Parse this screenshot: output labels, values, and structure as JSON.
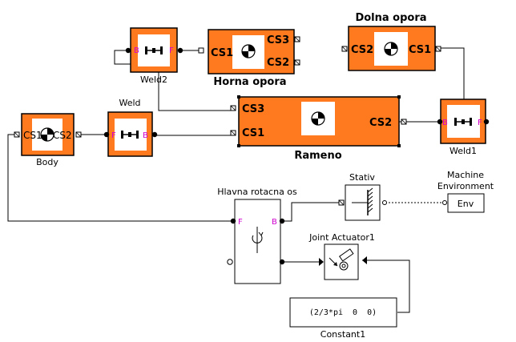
{
  "blocks": {
    "weld2": {
      "label": "Weld2",
      "port_b": "B",
      "port_f": "F"
    },
    "weld": {
      "label": "Weld",
      "port_f": "F",
      "port_b": "B"
    },
    "weld1": {
      "label": "Weld1",
      "port_b": "B",
      "port_f": "F"
    },
    "body": {
      "label": "Body",
      "port_cs1": "CS1",
      "port_cs2": "CS2"
    },
    "horna_opora": {
      "label": "Horna opora",
      "port_cs1": "CS1",
      "port_cs3": "CS3",
      "port_cs2": "CS2"
    },
    "dolna_opora": {
      "label": "Dolna opora",
      "port_cs2": "CS2",
      "port_cs1": "CS1"
    },
    "rameno": {
      "label": "Rameno",
      "port_cs3": "CS3",
      "port_cs1": "CS1",
      "port_cs2": "CS2"
    },
    "hlavna_rotacna_os": {
      "label": "Hlavna rotacna os",
      "port_f": "F",
      "port_b": "B"
    },
    "stativ": {
      "label": "Stativ"
    },
    "machine_env": {
      "label_line1": "Machine",
      "label_line2": "Environment",
      "text": "Env"
    },
    "joint_actuator": {
      "label": "Joint Actuator1"
    },
    "constant": {
      "label": "Constant1",
      "value": "(2/3*pi  0  0)"
    }
  },
  "colors": {
    "block_fill": "#ff7a1e",
    "port_label": "#d000d0"
  }
}
